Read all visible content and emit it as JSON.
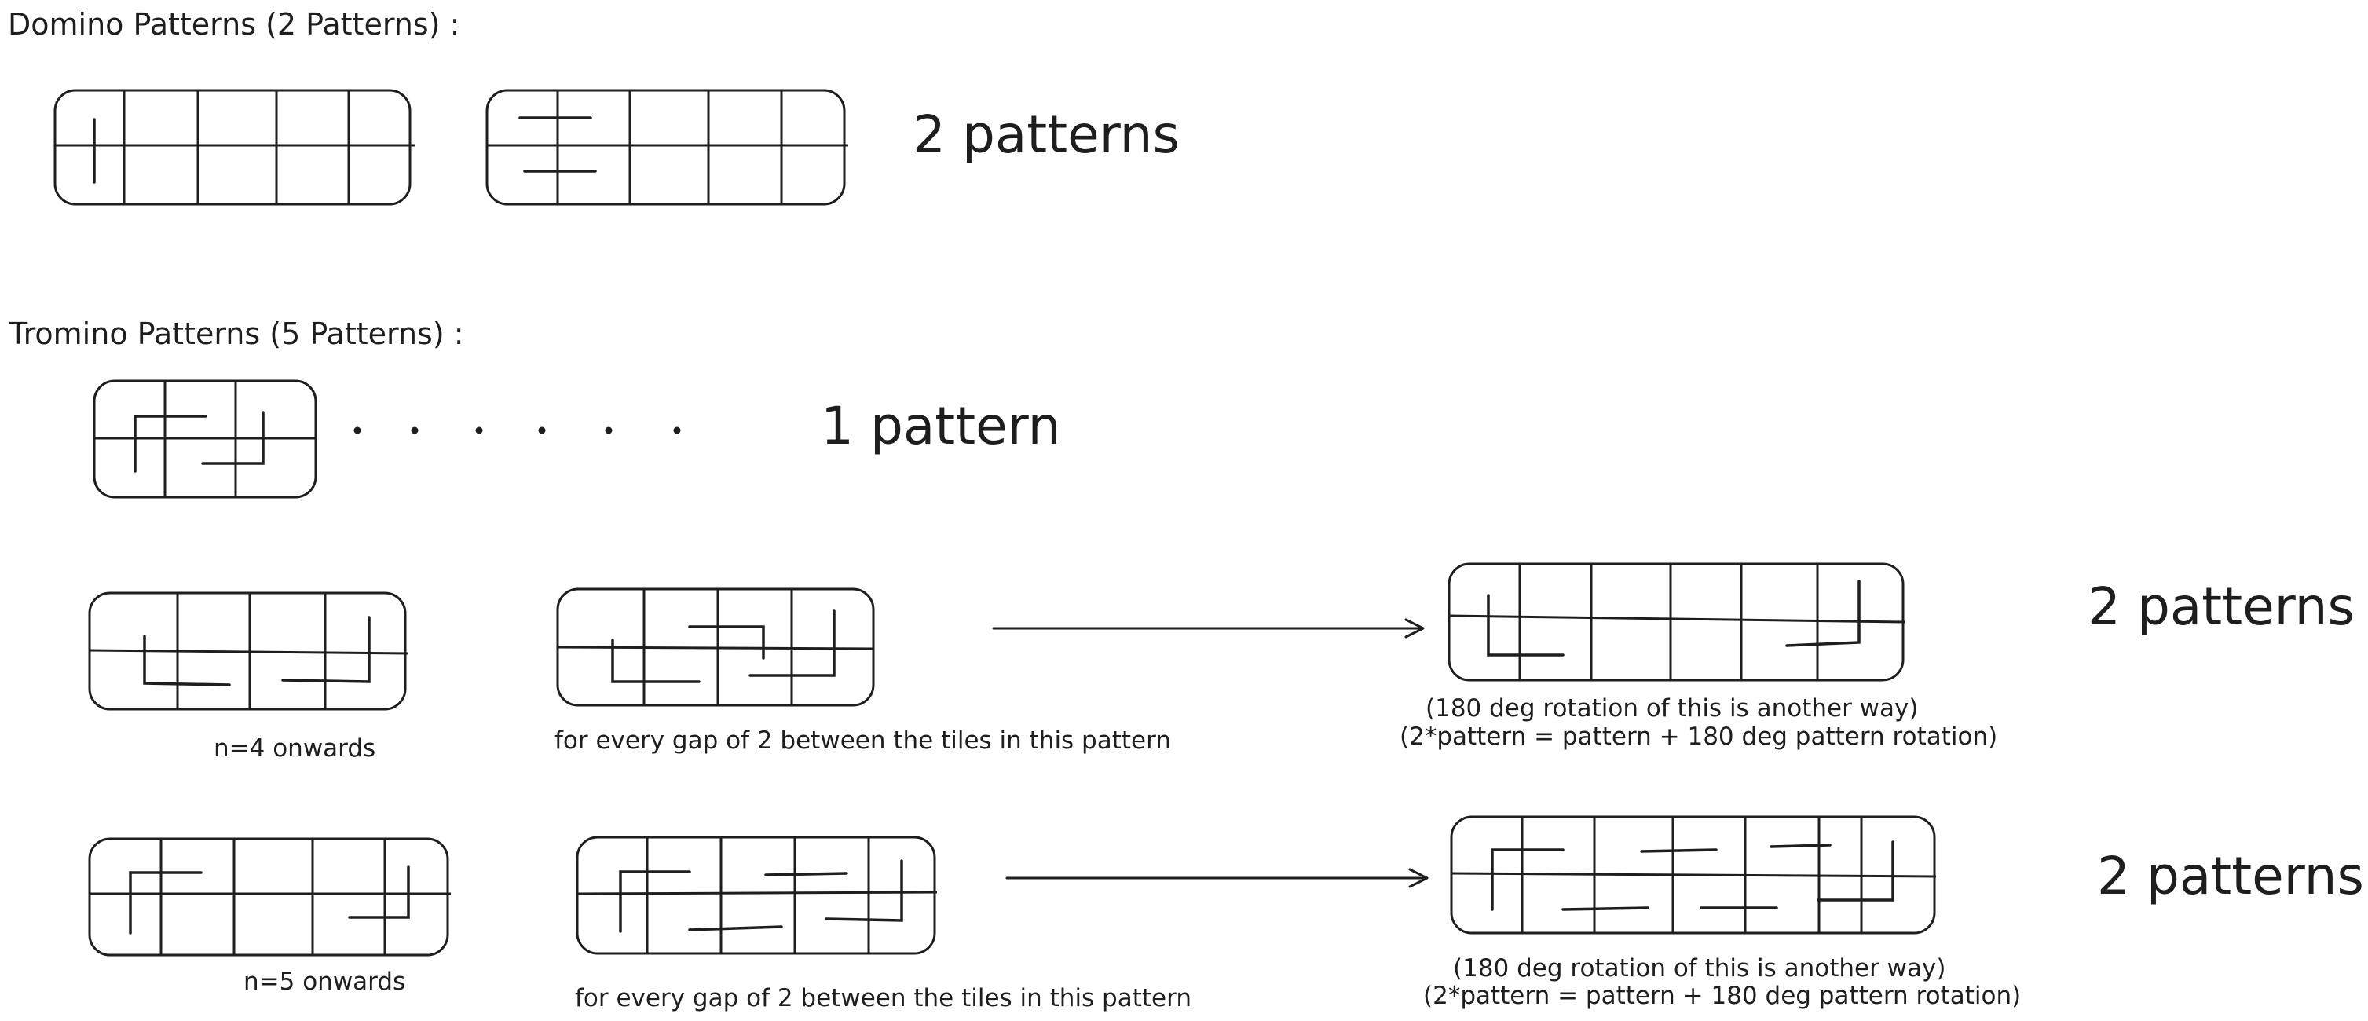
{
  "colors": {
    "ink": "#1e1e1e",
    "background": "#ffffff"
  },
  "domino": {
    "heading": "Domino Patterns (2 Patterns) :",
    "count_label": "2 patterns"
  },
  "tromino": {
    "heading": "Tromino Patterns (5 Patterns)  :",
    "first_count_label": "1 pattern",
    "continuation_dots": ". . . . . .",
    "row_n4": {
      "caption_left": "n=4 onwards",
      "caption_middle": "for every gap of 2 between the tiles in this pattern",
      "note_line1": "(180 deg rotation of this is another way)",
      "note_line2": "(2*pattern = pattern + 180 deg pattern rotation)",
      "count_label": "2 patterns"
    },
    "row_n5": {
      "caption_left": "n=5  onwards",
      "caption_middle": "for every gap of 2 between the tiles in this pattern",
      "note_line1": "(180 deg rotation of this is another way)",
      "note_line2": "(2*pattern = pattern + 180 deg pattern rotation)",
      "count_label": "2 patterns"
    }
  }
}
